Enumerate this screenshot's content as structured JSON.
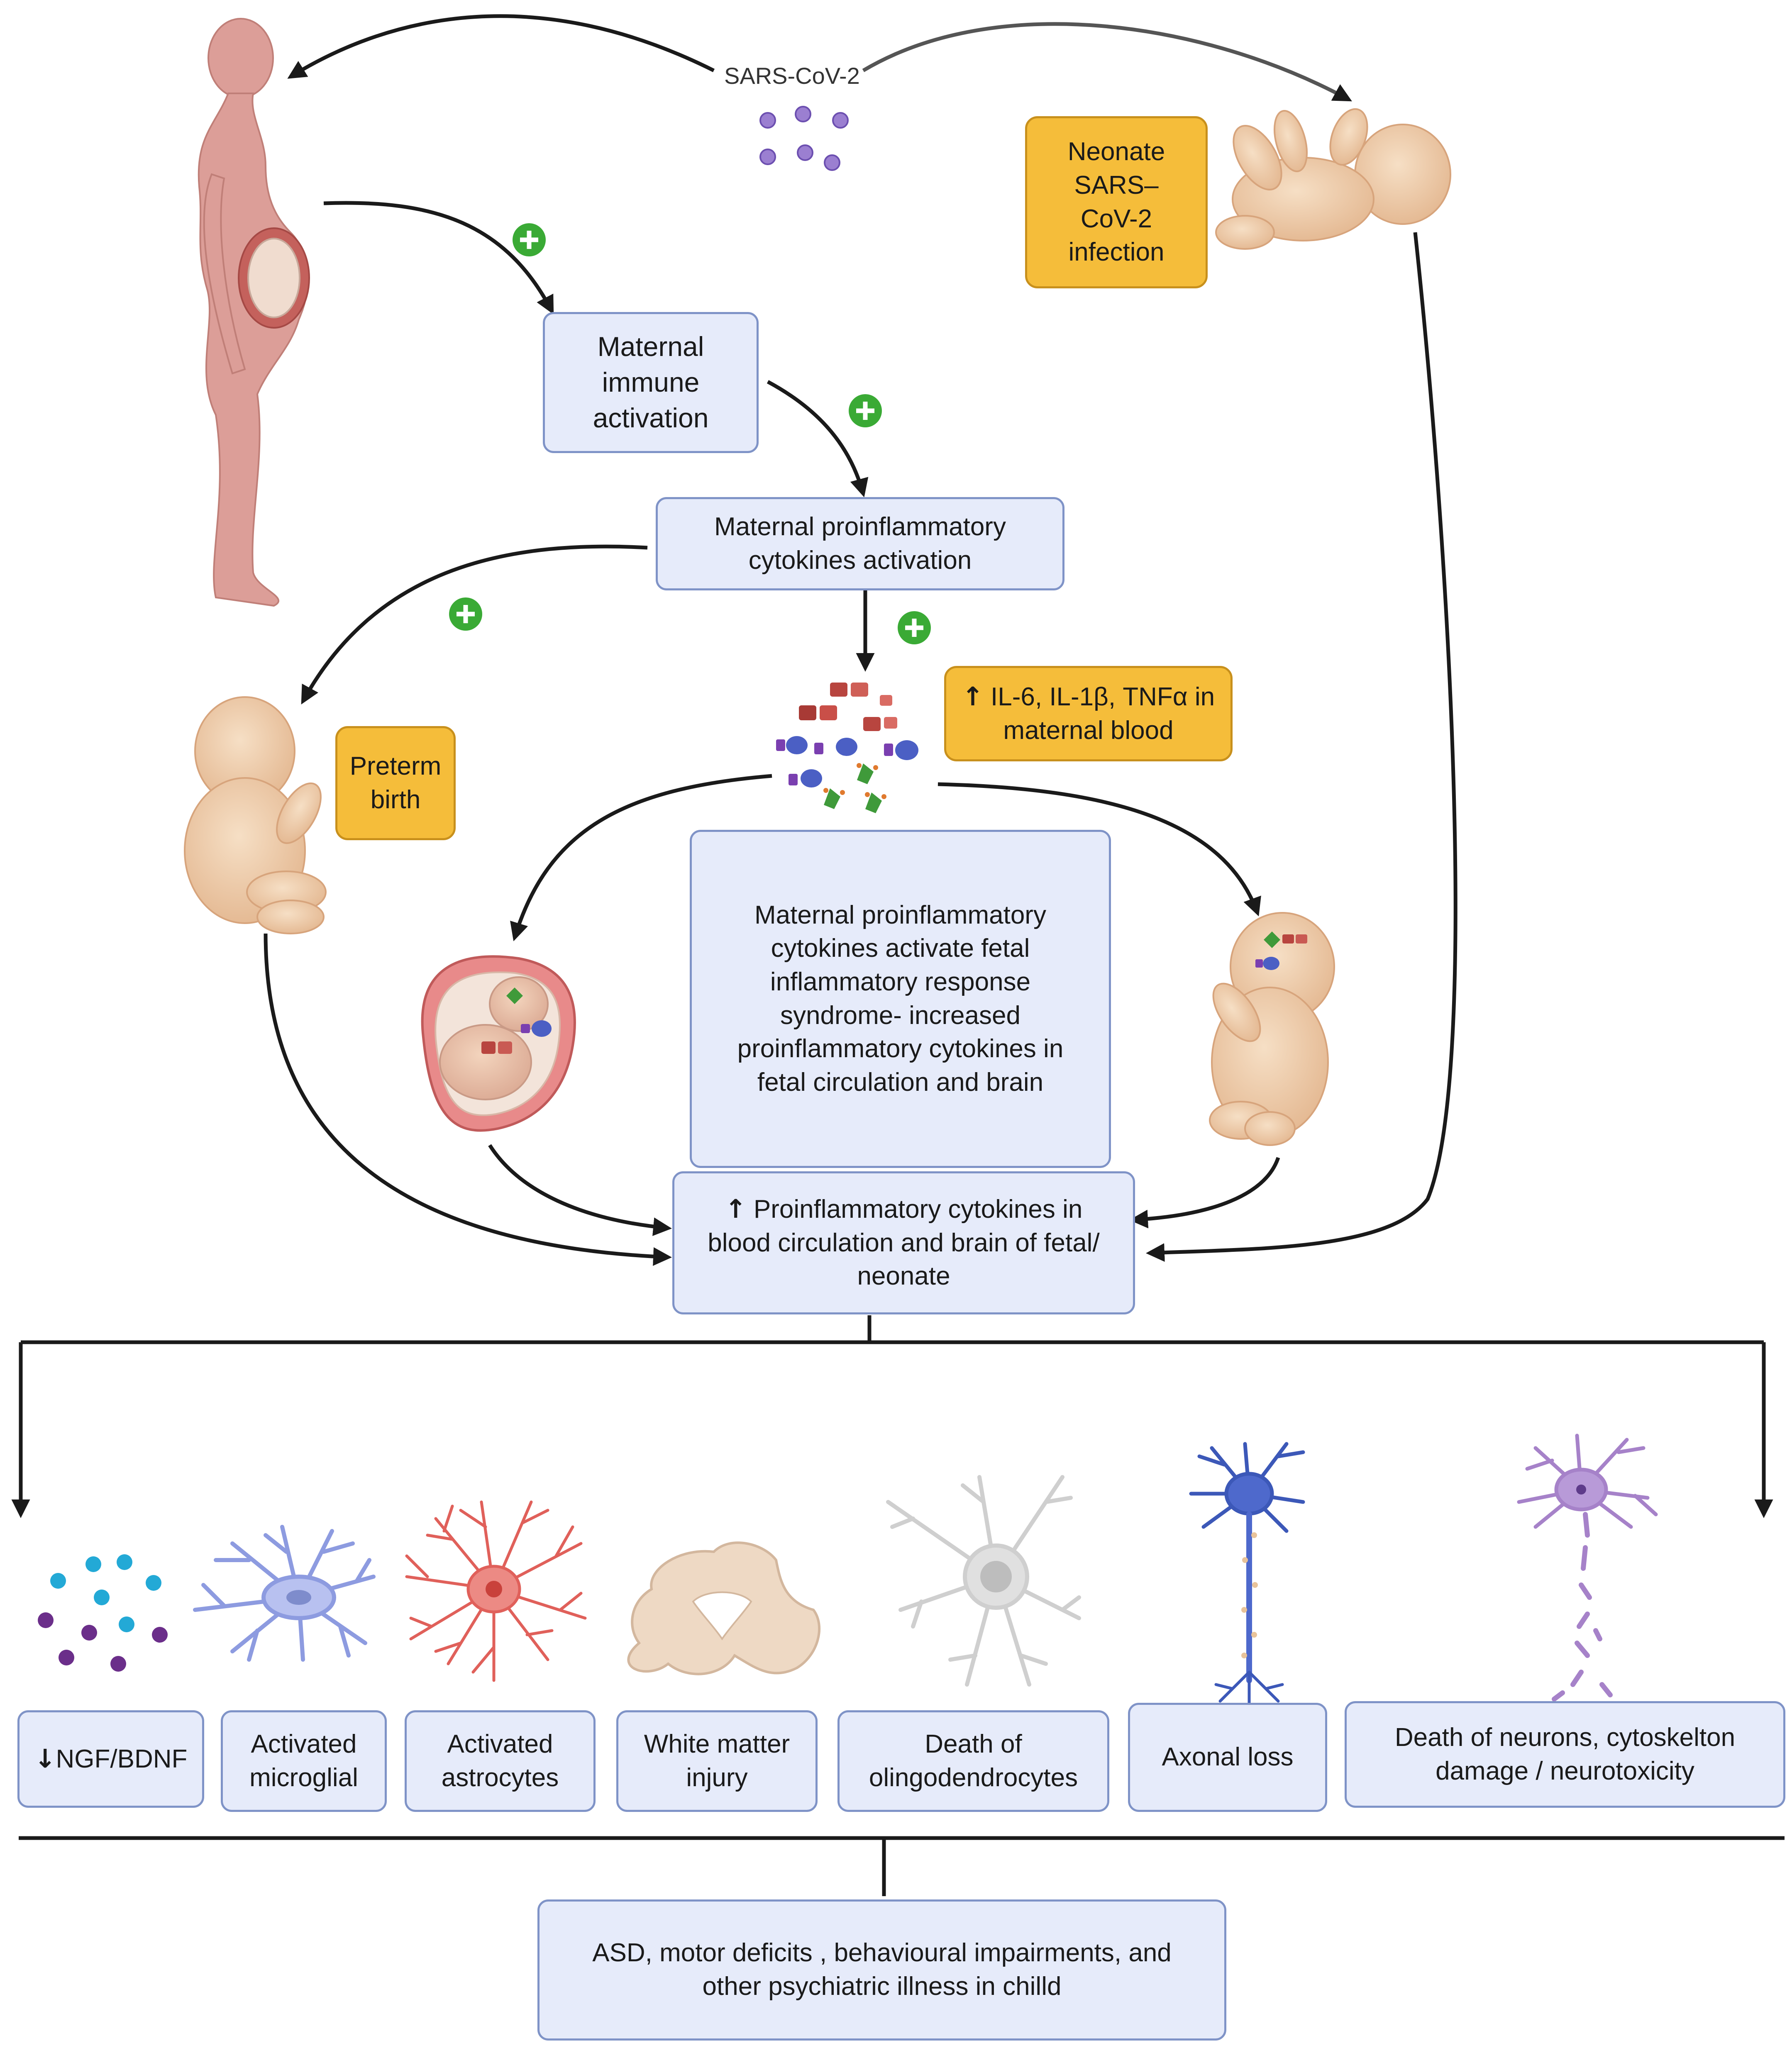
{
  "labels": {
    "virus": "SARS-CoV-2",
    "neonate_infection": "Neonate SARS–CoV-2 infection",
    "maternal_immune": "Maternal immune activation",
    "maternal_cytokines": "Maternal  proinflammatory cytokines  activation",
    "il6_arrow": "↑",
    "il6_text": "IL-6, IL-1β, TNFα in maternal blood",
    "preterm": "Preterm birth",
    "fetal_response": "Maternal proinflammatory cytokines activate fetal inflammatory response syndrome-  increased proinflammatory cytokines in fetal circulation and brain",
    "fetal_cytokines_arrow": "↑",
    "fetal_cytokines_text": "Proinflammatory cytokines  in blood circulation and brain of fetal/ neonate",
    "ngf_arrow": "↓",
    "ngf": "NGF/BDNF",
    "microglial": "Activated microglial",
    "astrocytes": "Activated astrocytes",
    "white_matter": "White matter injury",
    "olingo": "Death of olingodendrocytes",
    "axonal": "Axonal loss",
    "neuron_death": "Death of neurons, cytoskelton damage / neurotoxicity",
    "outcome": "ASD, motor deficits , behavioural impairments, and other psychiatric illness in chilld"
  },
  "icons": {
    "plus": "plus-circle-icon",
    "virus": "virus-icon",
    "pregnant": "pregnant-woman-icon",
    "baby": "baby-icon",
    "fetus": "fetus-in-uterus-icon",
    "cytokines": "cytokine-molecules-icon",
    "neurotrophins": "neurotrophin-dots-icon",
    "microglia": "microglia-cell-icon",
    "astrocyte": "astrocyte-cell-icon",
    "brain": "brain-section-icon",
    "oligodendrocyte": "oligodendrocyte-cell-icon",
    "neuron": "neuron-icon",
    "damaged_neuron": "damaged-neuron-icon"
  },
  "colors": {
    "box_fill": "#e6ebfa",
    "box_border": "#7f93c7",
    "highlight_fill": "#f5bd3a",
    "plus": "#3aaa35",
    "arrow": "#1a1a1a"
  }
}
